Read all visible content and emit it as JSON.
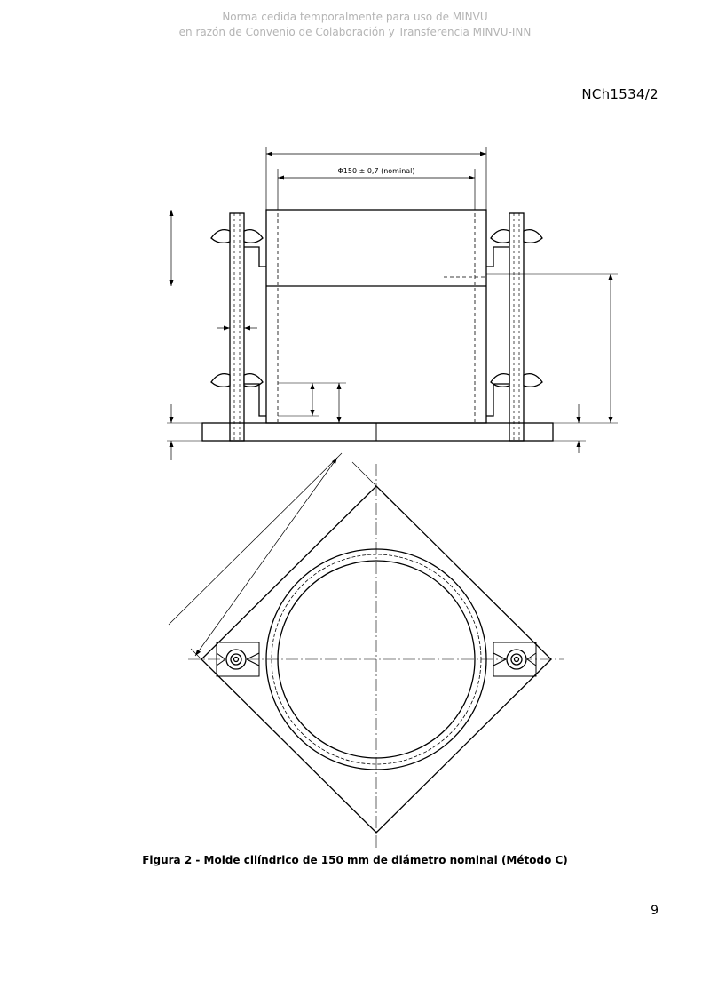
{
  "watermark": {
    "line1": "Norma cedida temporalmente para uso de MINVU",
    "line2": "en razón de Convenio de Colaboración y Transferencia MINVU-INN"
  },
  "header": {
    "doc_code": "NCh1534/2"
  },
  "figure": {
    "dimension_label": "Φ150 ± 0,7 (nominal)",
    "caption": "Figura 2 - Molde cilíndrico de 150 mm de diámetro nominal (Método C)"
  },
  "footer": {
    "page_number": "9"
  }
}
